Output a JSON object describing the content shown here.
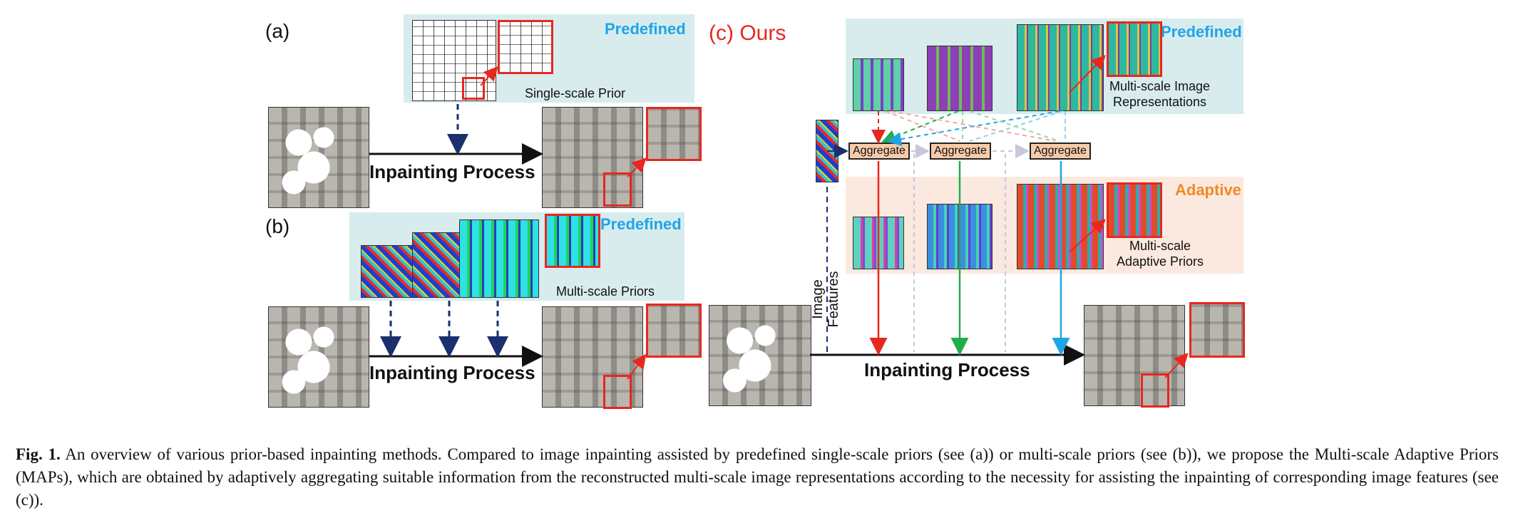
{
  "panel_a": {
    "letter": "(a)",
    "prior_label": "Predefined",
    "prior_caption": "Single-scale Prior",
    "process": "Inpainting Process"
  },
  "panel_b": {
    "letter": "(b)",
    "prior_label": "Predefined",
    "prior_caption": "Multi-scale Priors",
    "process": "Inpainting Process"
  },
  "panel_c": {
    "title": "(c) Ours",
    "predefined_label": "Predefined",
    "rep_caption_1": "Multi-scale Image",
    "rep_caption_2": "Representations",
    "aggregate": [
      "Aggregate",
      "Aggregate",
      "Aggregate"
    ],
    "adaptive_label": "Adaptive",
    "adaptive_caption_1": "Multi-scale",
    "adaptive_caption_2": "Adaptive Priors",
    "features_1": "Image",
    "features_2": "Features",
    "process": "Inpainting Process"
  },
  "colors": {
    "blue_panel": "#d8ecee",
    "orange_panel": "#fbe9df",
    "red": "#e8271f",
    "navy": "#1b2f6e",
    "green": "#1fae4b",
    "blue": "#1fa5e6"
  },
  "caption": {
    "label": "Fig. 1.",
    "text": "An overview of various prior-based inpainting methods. Compared to image inpainting assisted by predefined single-scale priors (see (a)) or multi-scale priors (see (b)), we propose the Multi-scale Adaptive Priors (MAPs), which are obtained by adaptively aggregating suitable information from the reconstructed multi-scale image representations according to the necessity for assisting the inpainting of corresponding image features (see (c))."
  }
}
